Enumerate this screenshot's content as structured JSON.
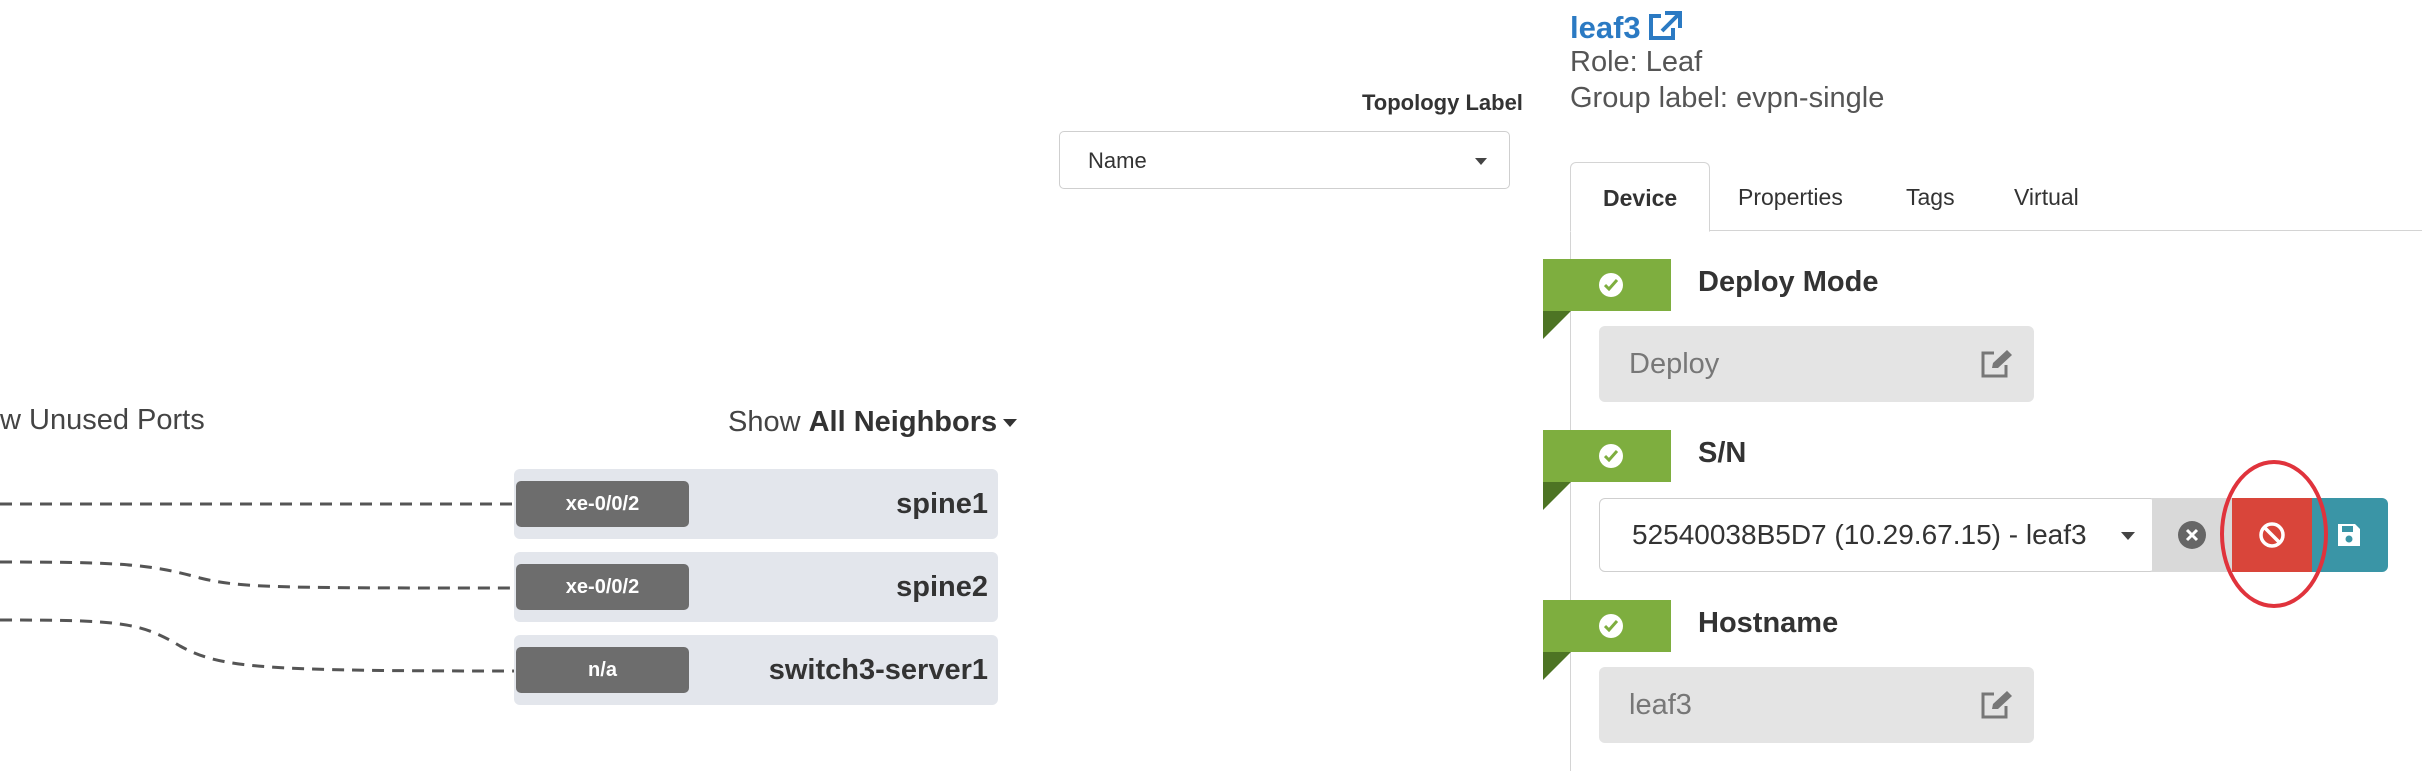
{
  "topology": {
    "unused_ports_label": "w Unused Ports",
    "show_prefix": "Show",
    "show_value": "All Neighbors",
    "neighbors": [
      {
        "port": "xe-0/0/2",
        "name": "spine1"
      },
      {
        "port": "xe-0/0/2",
        "name": "spine2"
      },
      {
        "port": "n/a",
        "name": "switch3-server1"
      }
    ]
  },
  "topology_label": {
    "label": "Topology Label",
    "value": "Name"
  },
  "device": {
    "name": "leaf3",
    "role": "Role: Leaf",
    "group": "Group label: evpn-single"
  },
  "tabs": [
    "Device",
    "Properties",
    "Tags",
    "Virtual"
  ],
  "sections": {
    "deploy_mode": {
      "title": "Deploy Mode",
      "value": "Deploy"
    },
    "serial": {
      "title": "S/N",
      "value": "52540038B5D7 (10.29.67.15) - leaf3"
    },
    "hostname": {
      "title": "Hostname",
      "value": "leaf3"
    }
  },
  "colors": {
    "link": "#2b7ac3",
    "ribbon": "#7eae3f",
    "cancel": "#d9453a",
    "save": "#3a95a6",
    "highlight": "#e0333c"
  }
}
